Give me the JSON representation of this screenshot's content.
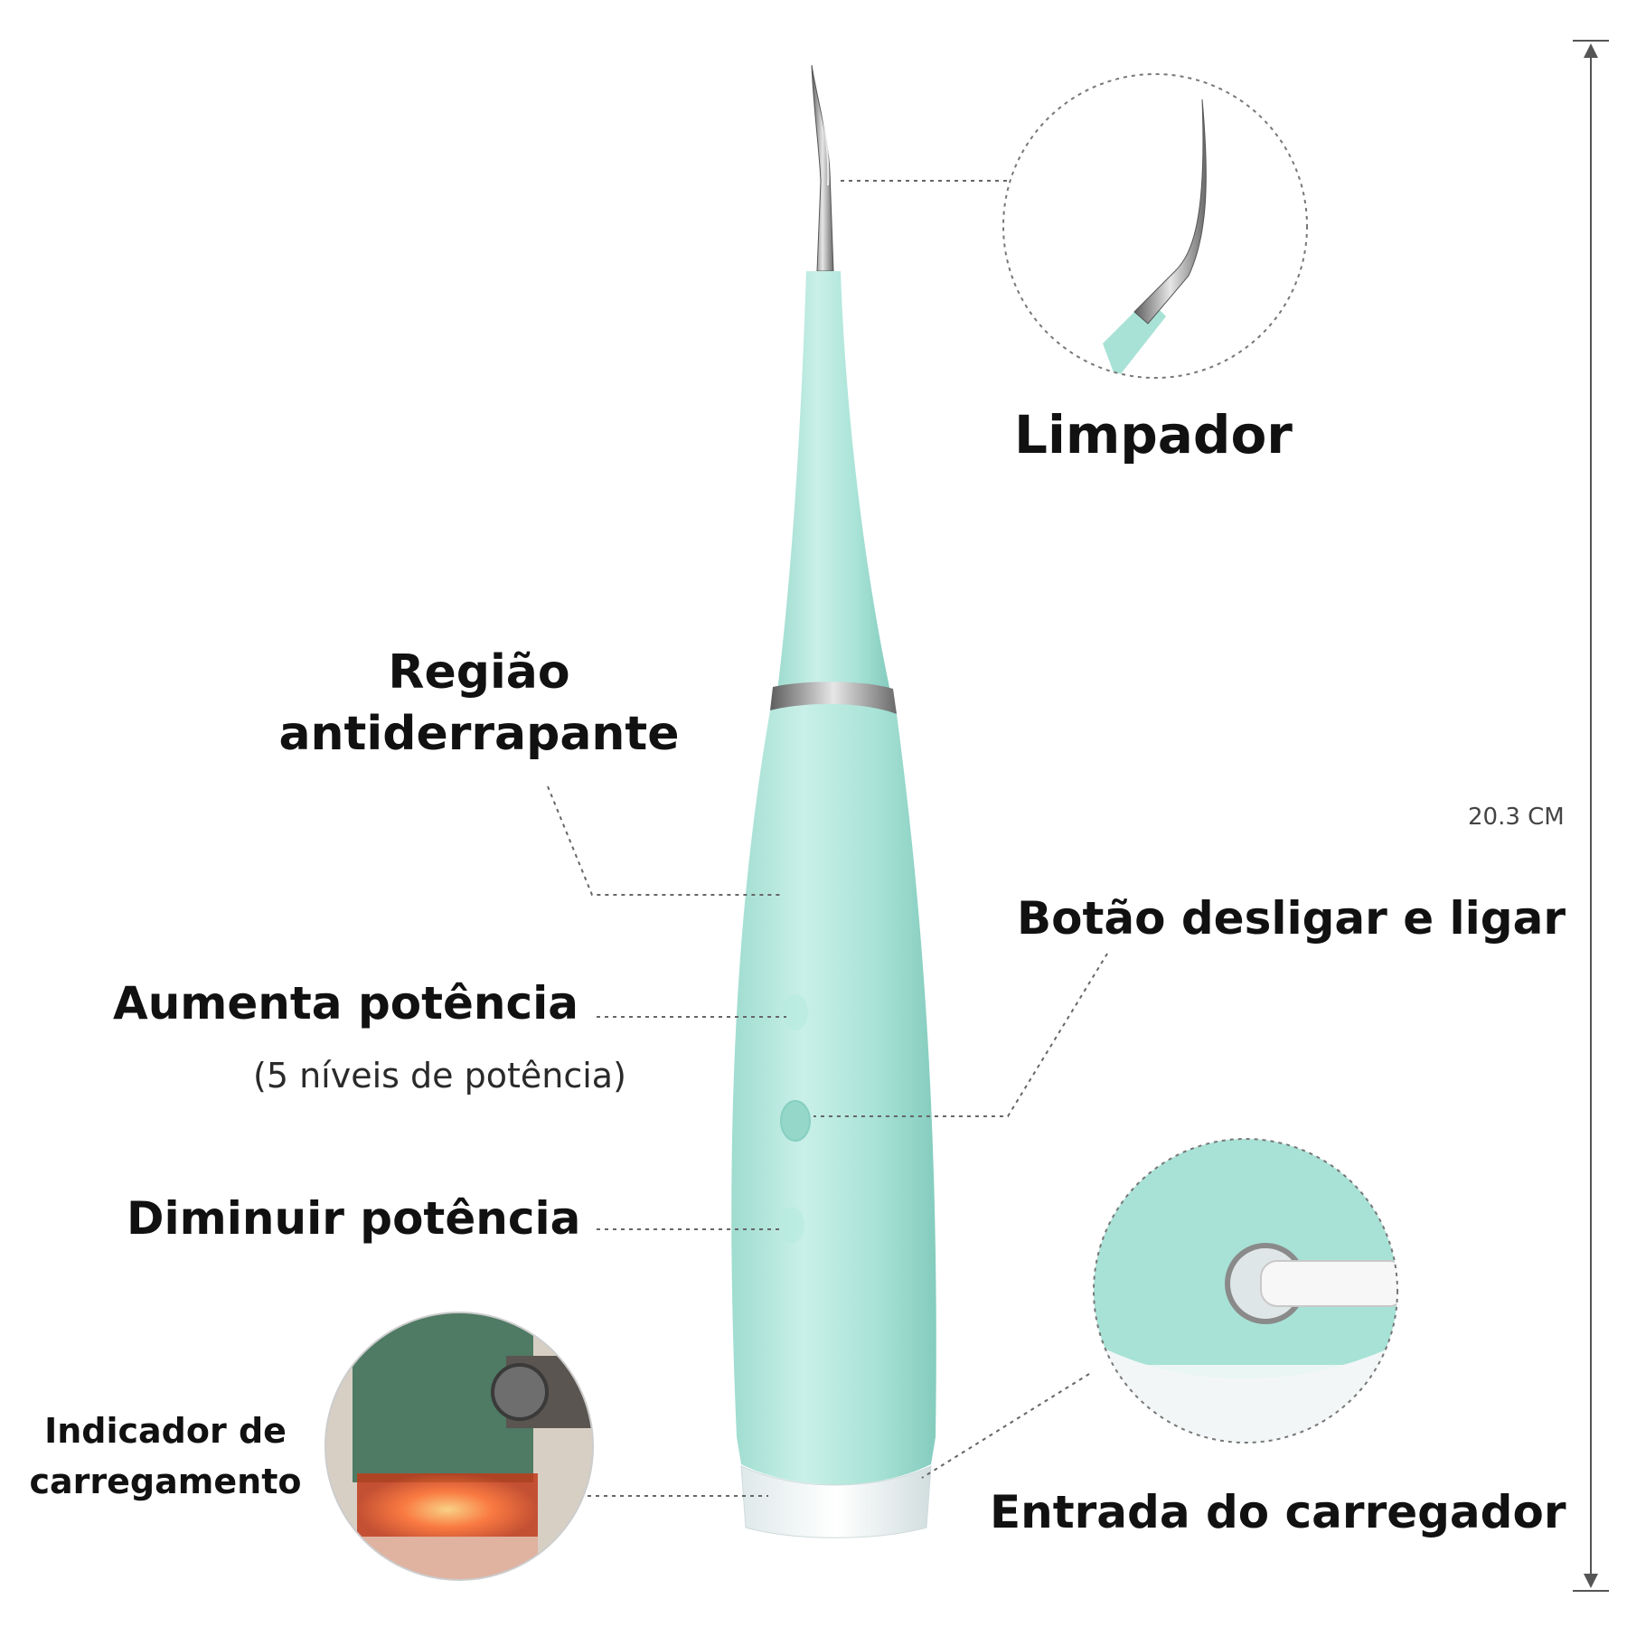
{
  "product": {
    "name": "",
    "colors": {
      "body": "#a8e2d6",
      "body_shadow": "#86cfc1",
      "metal": "#8c8c8c",
      "base": "#eef4f4",
      "led": "#ff4d1a",
      "leader_line": "#666666"
    }
  },
  "dimension": {
    "label": "20.3 CM"
  },
  "callouts": {
    "cleaner": {
      "label": "Limpador"
    },
    "grip": {
      "line1": "Região",
      "line2": "antiderrapante"
    },
    "power_up": {
      "label": "Aumenta potência",
      "note": "(5 níveis de potência)"
    },
    "power_down": {
      "label": "Diminuir potência"
    },
    "on_off": {
      "label": "Botão desligar e ligar"
    },
    "charge_indicator": {
      "line1": "Indicador de",
      "line2": "carregamento"
    },
    "charger_port": {
      "label": "Entrada do carregador"
    }
  },
  "icons": {
    "product_image": "dental-scaler-device-icon",
    "cleaner_detail": "scaler-tip-closeup-icon",
    "charge_detail": "charging-led-closeup-icon",
    "port_detail": "charger-port-closeup-icon"
  }
}
